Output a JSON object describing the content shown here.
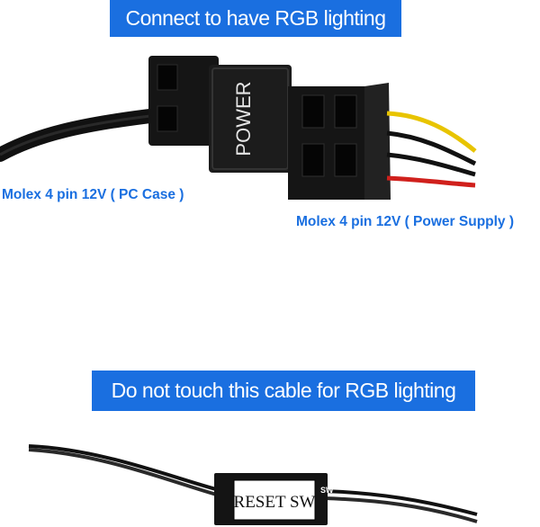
{
  "banners": {
    "top": "Connect to have RGB lighting",
    "bottom": "Do not touch this cable for RGB lighting"
  },
  "captions": {
    "pc_case": "Molex 4 pin 12V ( PC Case )",
    "power_supply": "Molex 4 pin 12V ( Power Supply )"
  },
  "connector_labels": {
    "power": "POWER",
    "reset": "RESET SW",
    "sw": "SW"
  },
  "colors": {
    "banner": "#1a6fe0",
    "caption": "#1a6fe0",
    "wire_yellow": "#e8c400",
    "wire_red": "#d0201c",
    "wire_black": "#111111"
  }
}
